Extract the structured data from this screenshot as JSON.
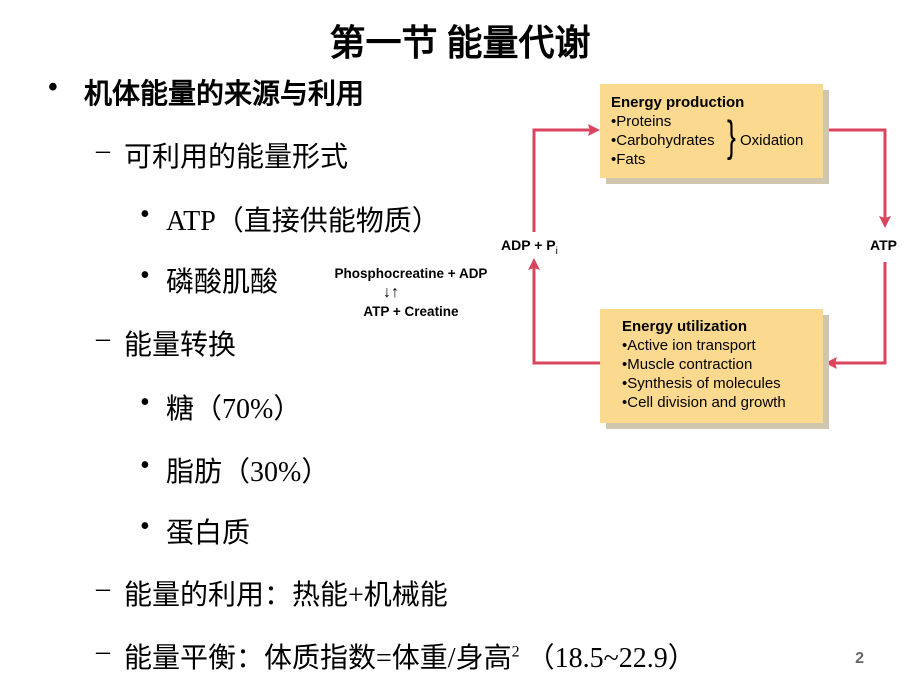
{
  "title": "第一节  能量代谢",
  "outline": [
    {
      "level": 1,
      "bullet": "•",
      "text": "机体能量的来源与利用"
    },
    {
      "level": 2,
      "bullet": "–",
      "text": "可利用的能量形式"
    },
    {
      "level": 3,
      "bullet": "•",
      "text": "ATP（直接供能物质）"
    },
    {
      "level": 3,
      "bullet": "•",
      "text": "磷酸肌酸"
    },
    {
      "level": 2,
      "bullet": "–",
      "text": "能量转换"
    },
    {
      "level": 3,
      "bullet": "•",
      "text": "糖（70%）"
    },
    {
      "level": 3,
      "bullet": "•",
      "text": "脂肪（30%）"
    },
    {
      "level": 3,
      "bullet": "•",
      "text": "蛋白质"
    },
    {
      "level": 2,
      "bullet": "–",
      "text": "能量的利用：热能+机械能"
    },
    {
      "level": 2,
      "bullet": "–",
      "text": "能量平衡：体质指数=体重/身高",
      "sup": "2",
      "tail": " （18.5~22.9）"
    }
  ],
  "reaction": {
    "top": "Phosphocreatine + ADP",
    "arrows": "↓↑",
    "bottom": "ATP + Creatine"
  },
  "diagram": {
    "production": {
      "heading": "Energy production",
      "items": [
        "•Proteins",
        "•Carbohydrates",
        "•Fats"
      ],
      "brace": "}",
      "result": "Oxidation"
    },
    "utilization": {
      "heading": "Energy utilization",
      "items": [
        "•Active ion transport",
        "•Muscle contraction",
        "•Synthesis of molecules",
        "•Cell division and growth"
      ]
    },
    "left_label": "ADP + P",
    "left_sub": "i",
    "right_label": "ATP",
    "arrow_color": "#d9455f",
    "box_color": "#fbd98f"
  },
  "page_number": "2"
}
